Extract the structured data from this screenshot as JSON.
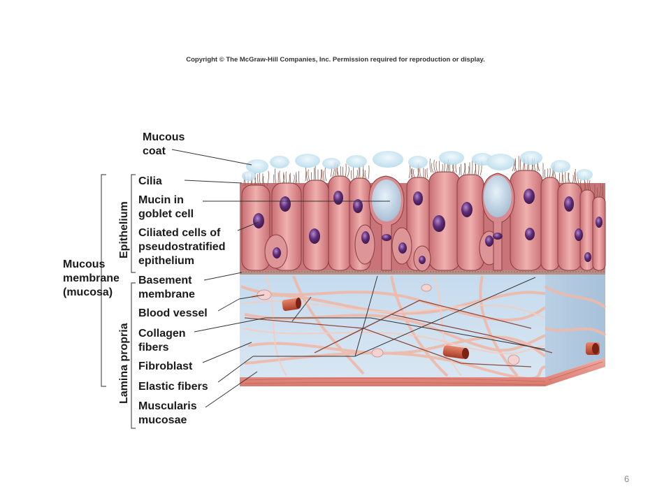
{
  "header": {
    "copyright": "Copyright © The McGraw-Hill Companies, Inc. Permission required for reproduction or display."
  },
  "labels": {
    "mucous_coat": [
      "Mucous",
      "coat"
    ],
    "cilia": [
      "Cilia"
    ],
    "mucin": [
      "Mucin in",
      "goblet cell"
    ],
    "ciliated_cells": [
      "Ciliated cells of",
      "pseudostratified",
      "epithelium"
    ],
    "basement_membrane": [
      "Basement",
      "membrane"
    ],
    "blood_vessel": [
      "Blood vessel"
    ],
    "collagen_fibers": [
      "Collagen",
      "fibers"
    ],
    "fibroblast": [
      "Fibroblast"
    ],
    "elastic_fibers": [
      "Elastic fibers"
    ],
    "muscularis_mucosae": [
      "Muscularis",
      "mucosae"
    ],
    "mucous_membrane": [
      "Mucous",
      "membrane",
      "(mucosa)"
    ],
    "epithelium_bracket": "Epithelium",
    "lamina_propria_bracket": "Lamina propria"
  },
  "colors": {
    "cell_fill": "#d9868a",
    "cell_stroke": "#8a3c40",
    "nucleus": "#5a2a6a",
    "lamina": "#c9dcec",
    "collagen": "#eab7a6",
    "muscularis": "#e7978d",
    "mucus": "#bfe0ee"
  },
  "footer": {
    "page_number": "6"
  }
}
